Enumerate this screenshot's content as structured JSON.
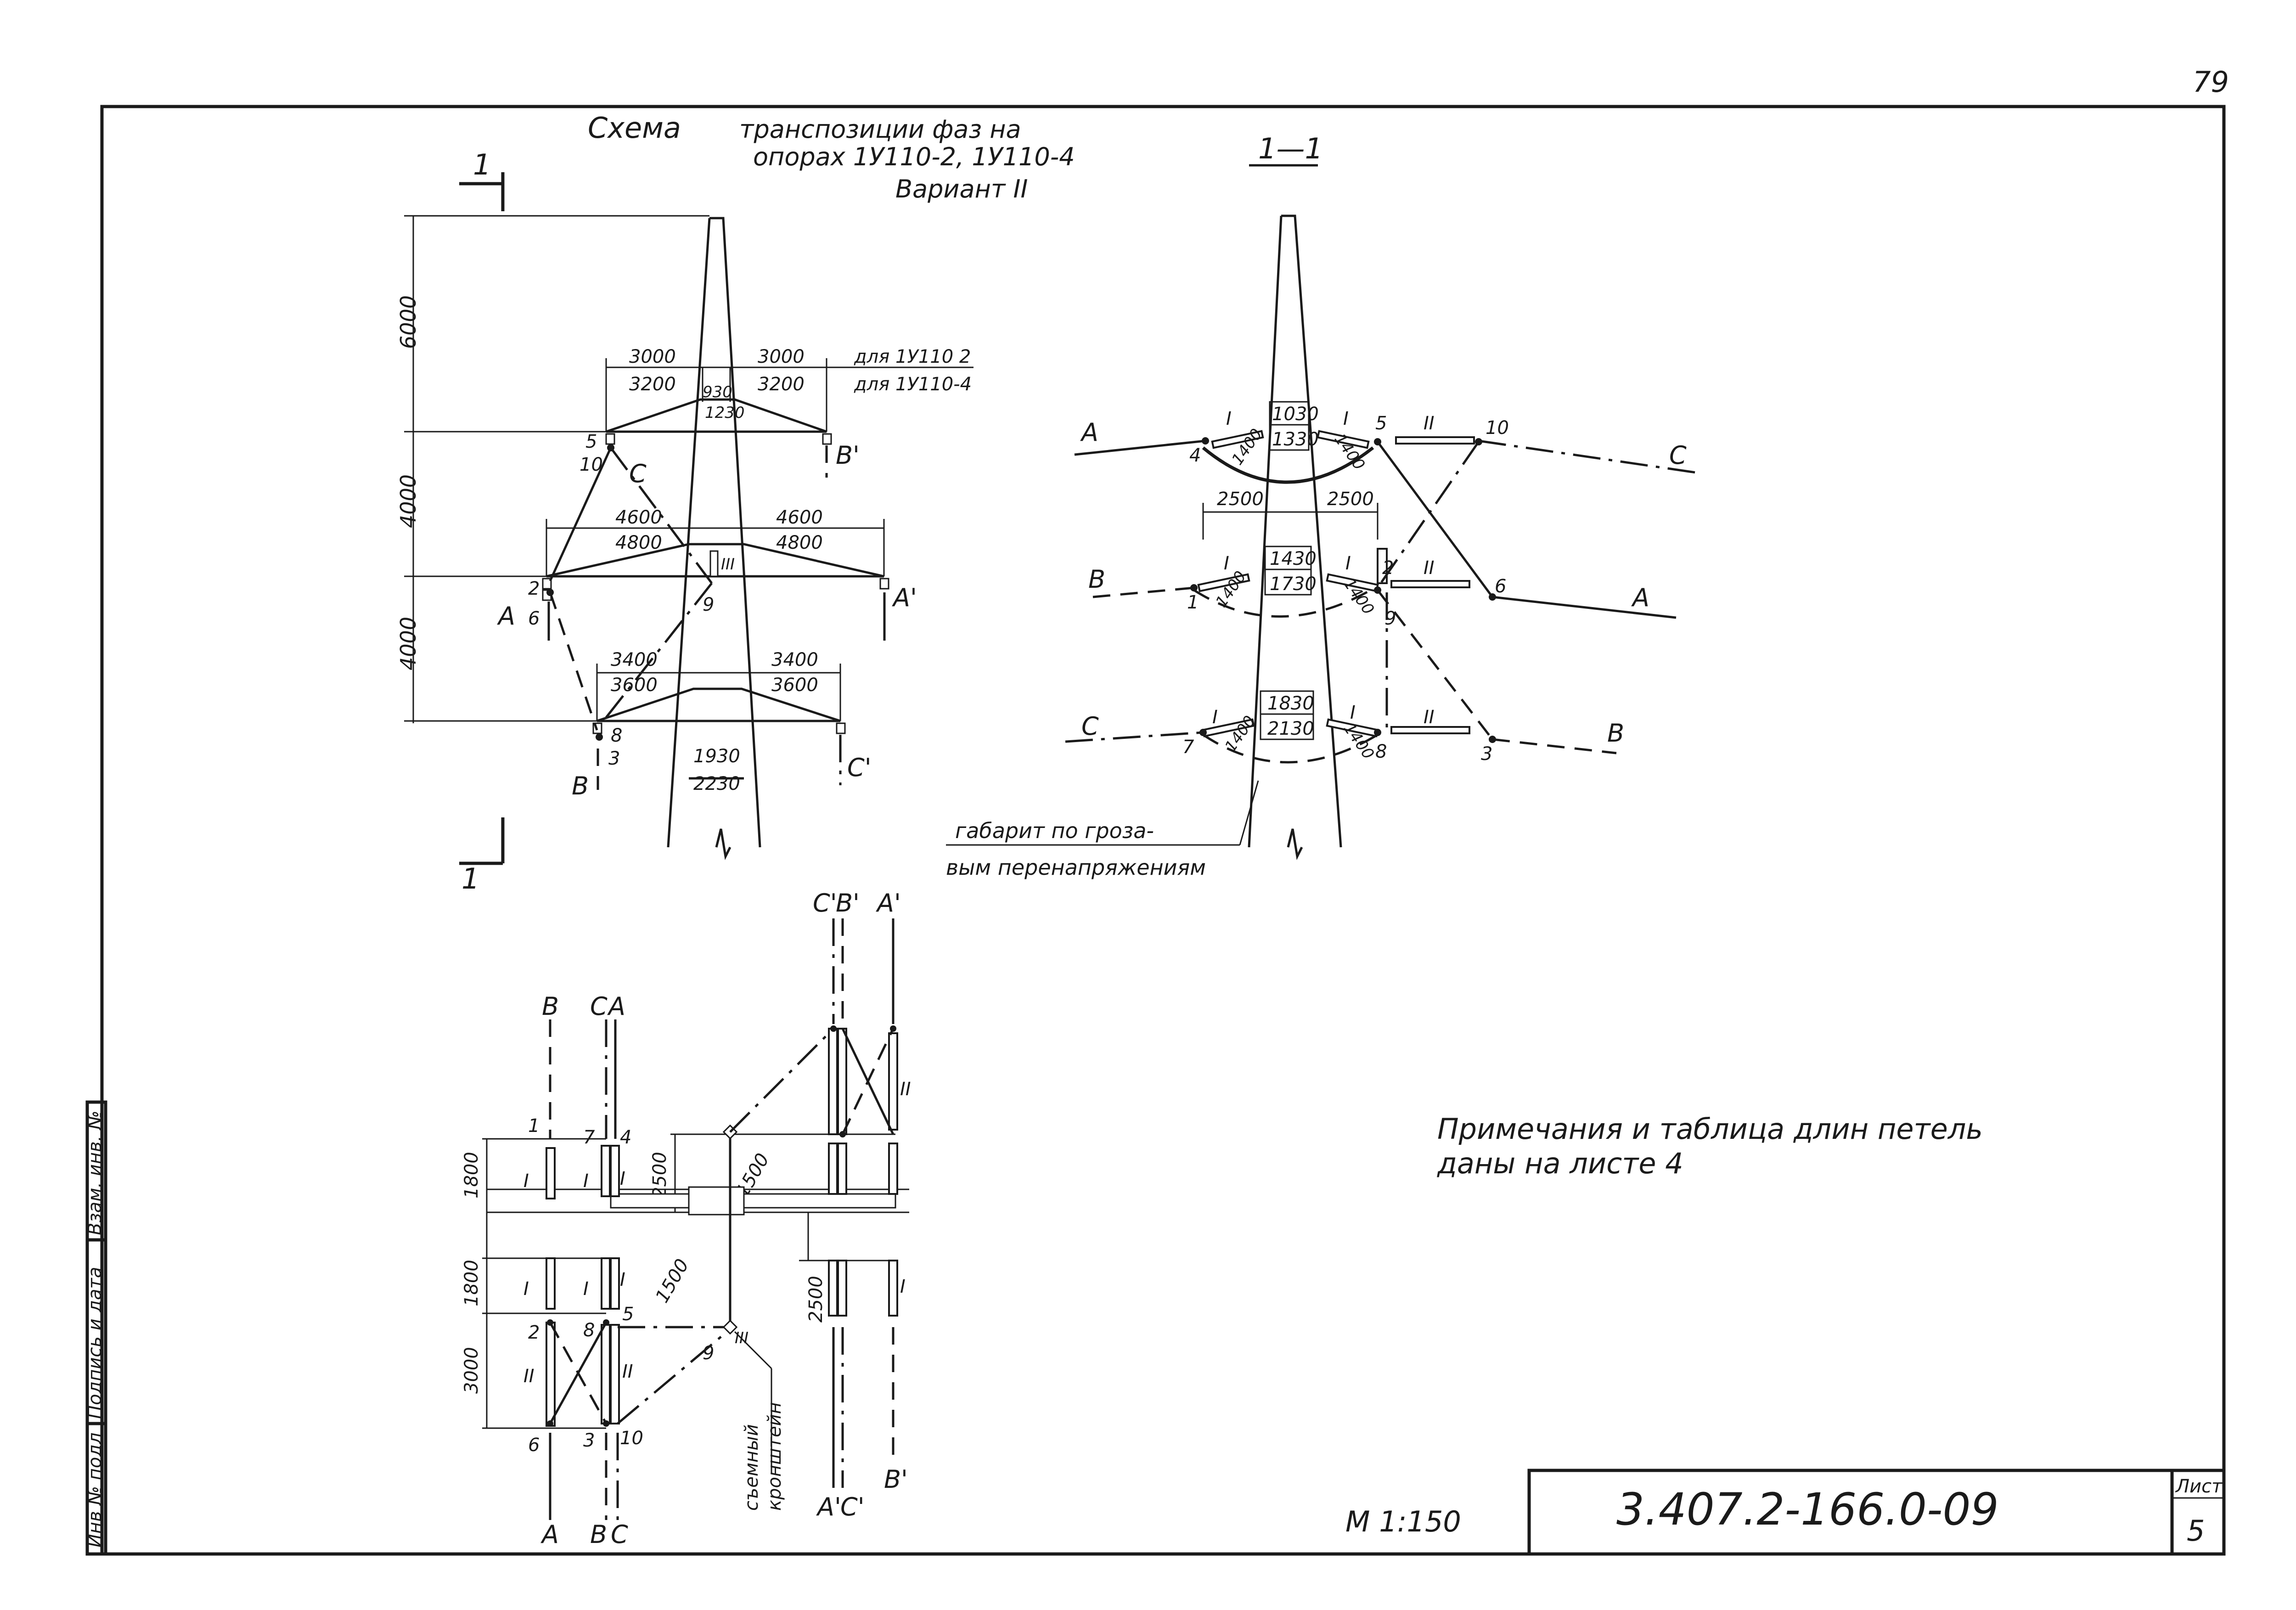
{
  "page_number": "79",
  "title": {
    "word1": "Схема",
    "line1": "транспозиции фаз на",
    "line2": "опорах 1У110-2, 1У110-4",
    "line3": "Вариант II"
  },
  "section_marks": {
    "one": "1",
    "section": "1—1"
  },
  "front_view": {
    "heights": [
      "6000",
      "4000",
      "4000"
    ],
    "top_arms": {
      "upper": [
        "3000",
        "930",
        "3000"
      ],
      "lower": [
        "3200",
        "1230",
        "3200"
      ]
    },
    "mid_arms": {
      "upper": [
        "4600",
        "4600"
      ],
      "lower": [
        "4800",
        "4800"
      ]
    },
    "low_arms": {
      "upper": [
        "3400",
        "3400"
      ],
      "lower": [
        "3600",
        "3600"
      ]
    },
    "base": {
      "upper": "1930",
      "lower": "2230"
    },
    "legend_upper": "для 1У110 2",
    "legend_lower": "для 1У110-4",
    "phases": [
      "A",
      "B",
      "C",
      "A'",
      "B'",
      "C'"
    ],
    "points": [
      "2",
      "3",
      "5",
      "6",
      "8",
      "9",
      "10"
    ],
    "roman": "III"
  },
  "section_view": {
    "widths": [
      "1030",
      "1330",
      "1430",
      "1730",
      "1830",
      "2130"
    ],
    "arms": [
      "2500",
      "2500"
    ],
    "gap_label": "1400",
    "phases_left": [
      "A",
      "B",
      "C"
    ],
    "phases_right": [
      "C",
      "A",
      "B"
    ],
    "points": [
      "1",
      "2",
      "3",
      "4",
      "5",
      "6",
      "7",
      "8",
      "9",
      "10"
    ],
    "roman": [
      "I",
      "II"
    ],
    "note_line1": "габарит по гроза-",
    "note_line2": "вым перенапряжениям"
  },
  "plan_view": {
    "dims": [
      "1800",
      "1800",
      "3000",
      "2500",
      "2500",
      "1500",
      "1500"
    ],
    "top_labels": [
      "B",
      "C",
      "A",
      "C'",
      "B'",
      "A'"
    ],
    "bottom_labels": [
      "A",
      "B",
      "C",
      "A'",
      "C'",
      "B'"
    ],
    "points": [
      "1",
      "2",
      "3",
      "4",
      "5",
      "6",
      "7",
      "8",
      "9",
      "10"
    ],
    "roman": [
      "I",
      "II",
      "III"
    ],
    "bracket_line1": "съемный",
    "bracket_line2": "кронштейн"
  },
  "note": {
    "line1": "Примечания и таблица длин петель",
    "line2": "даны на листе 4"
  },
  "title_block": {
    "scale": "М 1:150",
    "code": "3.407.2-166.0-09",
    "sheet_label": "Лист",
    "sheet_number": "5"
  },
  "side_stamp": [
    "Инв № подл",
    "Подпись и дата",
    "Взам. инв. №"
  ]
}
